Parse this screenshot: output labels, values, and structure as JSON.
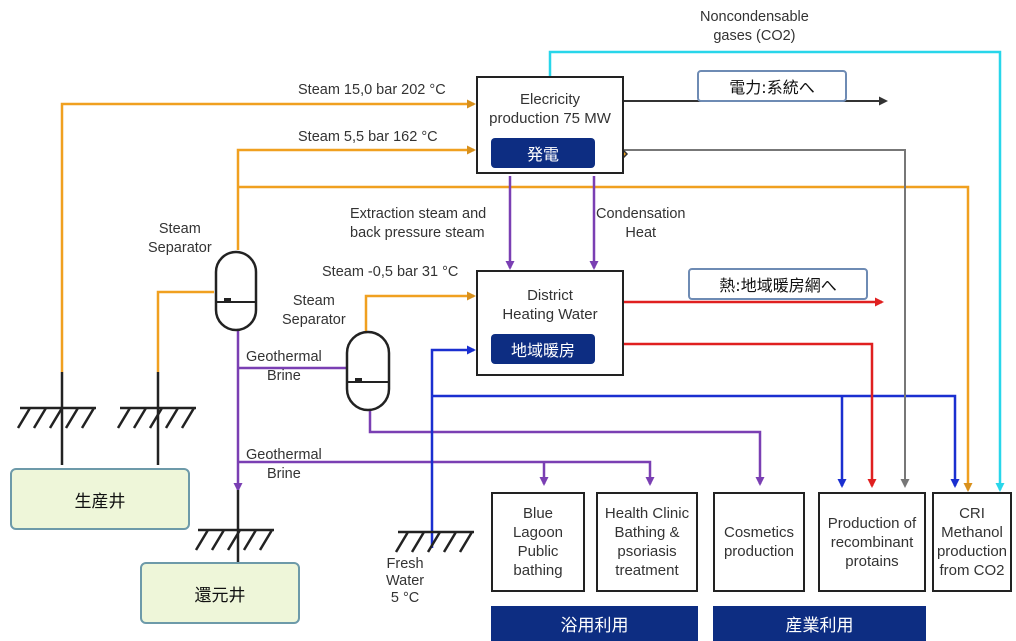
{
  "labels": {
    "noncondensable": "Noncondensable\ngases (CO2)",
    "steam_15": "Steam 15,0 bar 202 °C",
    "steam_55": "Steam 5,5 bar 162 °C",
    "steam_05": "Steam -0,5 bar 31 °C",
    "steam_separator_1": "Steam\nSeparator",
    "steam_separator_2": "Steam\nSeparator",
    "extraction_steam": "Extraction steam and\nback pressure steam",
    "condensation_heat": "Condensation\nHeat",
    "geothermal_brine_1": "Geothermal\nBrine",
    "geothermal_brine_2": "Geothermal\nBrine",
    "fresh_water": "Fresh\nWater\n5 °C"
  },
  "power_plant": {
    "title": "Elecricity\nproduction 75 MW",
    "tag": "発電",
    "callout": "電力:系統へ"
  },
  "district_heating": {
    "title": "District\nHeating Water",
    "tag": "地域暖房",
    "callout": "熱:地域暖房網へ"
  },
  "wells": {
    "production": "生産井",
    "reinjection": "還元井"
  },
  "consumers": [
    {
      "label": "Blue\nLagoon\nPublic\nbathing"
    },
    {
      "label": "Health Clinic\nBathing &\npsoriasis\ntreatment"
    },
    {
      "label": "Cosmetics\nproduction"
    },
    {
      "label": "Production of\nrecombinant\nprotains"
    },
    {
      "label": "CRI\nMethanol\nproduction\nfrom CO2"
    }
  ],
  "categories": {
    "bathing": "浴用利用",
    "industrial": "産業利用"
  },
  "colors": {
    "steam_orange": "#f0a020",
    "brine_purple": "#7a3fb3",
    "fresh_blue": "#1a2fd0",
    "hot_red": "#e02020",
    "gas_cyan": "#28d6ea",
    "navy": "#0d2d82"
  }
}
